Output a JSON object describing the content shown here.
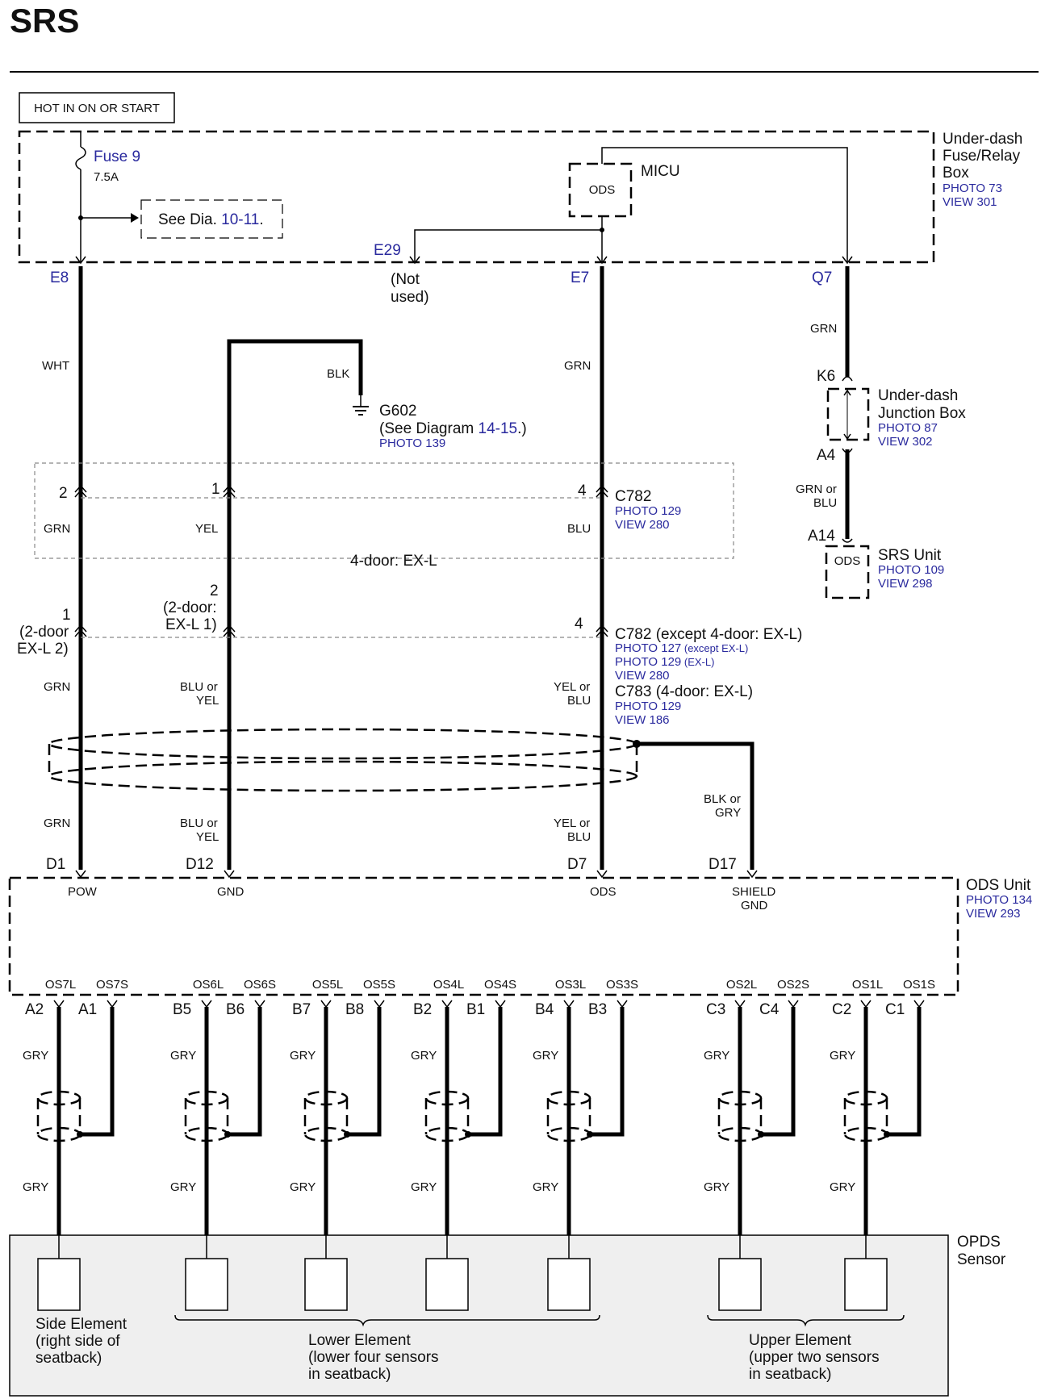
{
  "title": "SRS",
  "supply": {
    "label": "HOT IN ON OR START"
  },
  "fuse_box": {
    "fuse_word": "Fuse",
    "fuse_num": "9",
    "fuse_rating": "7.5A",
    "see_dia_prefix": "See Dia.",
    "see_dia_ref": "10-11",
    "see_dia_suffix": ".",
    "micu_label": "MICU",
    "micu_inner": "ODS",
    "name": [
      "Under-dash",
      "Fuse/Relay",
      "Box"
    ],
    "photo": "PHOTO 73",
    "view": "VIEW 301",
    "pins": {
      "e8": "E8",
      "e29": "E29",
      "e7": "E7",
      "q7": "Q7"
    },
    "not_used": [
      "(Not",
      "used)"
    ]
  },
  "wire_colors": {
    "wht": "WHT",
    "blk": "BLK",
    "grn": "GRN",
    "yel": "YEL",
    "blu": "BLU",
    "grn_or_blu": [
      "GRN or",
      "BLU"
    ],
    "blu_or_yel": [
      "BLU or",
      "YEL"
    ],
    "yel_or_blu": [
      "YEL or",
      "BLU"
    ],
    "blk_or_gry": [
      "BLK or",
      "GRY"
    ],
    "gry": "GRY"
  },
  "ground": {
    "name": "G602",
    "see_prefix": "(See Diagram ",
    "see_ref": "14-15",
    "see_suffix": ".)",
    "photo": "PHOTO 139"
  },
  "junction_box": {
    "pin_top": "K6",
    "pin_bottom": "A4",
    "name": [
      "Under-dash",
      "Junction Box"
    ],
    "photo": "PHOTO 87",
    "view": "VIEW 302"
  },
  "srs_unit": {
    "pin": "A14",
    "inner": "ODS",
    "name": "SRS Unit",
    "photo": "PHOTO 109",
    "view": "VIEW 298"
  },
  "c782_upper": {
    "name": "C782",
    "photo": "PHOTO 129",
    "view": "VIEW 280",
    "variant": "4-door: EX-L",
    "pins": {
      "p2": "2",
      "p1": "1",
      "p4": "4"
    }
  },
  "c782_lower": {
    "pins": {
      "p1": "1",
      "p2": "2",
      "p4": "4"
    },
    "left_note": [
      "(2-door",
      "EX-L 2)"
    ],
    "mid_note": [
      "(2-door:",
      "EX-L 1)"
    ],
    "name": "C782 (except 4-door: EX-L)",
    "photo1": "PHOTO 127",
    "photo1_note": " (except EX-L)",
    "photo2": "PHOTO 129",
    "photo2_note": " (EX-L)",
    "view": "VIEW 280",
    "alt_name": "C783 (4-door: EX-L)",
    "alt_photo": "PHOTO 129",
    "alt_view": "VIEW 186"
  },
  "ods_unit": {
    "name": "ODS Unit",
    "photo": "PHOTO 134",
    "view": "VIEW 293",
    "top_pins": [
      {
        "pin": "D1",
        "label": "POW"
      },
      {
        "pin": "D12",
        "label": "GND"
      },
      {
        "pin": "D7",
        "label": "ODS"
      },
      {
        "pin": "D17",
        "label": "SHIELD",
        "label2": "GND"
      }
    ],
    "bottom_groups": [
      {
        "l": "OS7L",
        "s": "OS7S",
        "pl": "A2",
        "ps": "A1"
      },
      {
        "l": "OS6L",
        "s": "OS6S",
        "pl": "B5",
        "ps": "B6"
      },
      {
        "l": "OS5L",
        "s": "OS5S",
        "pl": "B7",
        "ps": "B8"
      },
      {
        "l": "OS4L",
        "s": "OS4S",
        "pl": "B2",
        "ps": "B1"
      },
      {
        "l": "OS3L",
        "s": "OS3S",
        "pl": "B4",
        "ps": "B3"
      },
      {
        "l": "OS2L",
        "s": "OS2S",
        "pl": "C3",
        "ps": "C4"
      },
      {
        "l": "OS1L",
        "s": "OS1S",
        "pl": "C2",
        "ps": "C1"
      }
    ]
  },
  "opds_sensor": {
    "name": [
      "OPDS",
      "Sensor"
    ],
    "side": [
      "Side Element",
      "(right side of",
      "seatback)"
    ],
    "lower": [
      "Lower Element",
      "(lower four sensors",
      "in seatback)"
    ],
    "upper": [
      "Upper Element",
      "(upper two sensors",
      "in seatback)"
    ]
  }
}
